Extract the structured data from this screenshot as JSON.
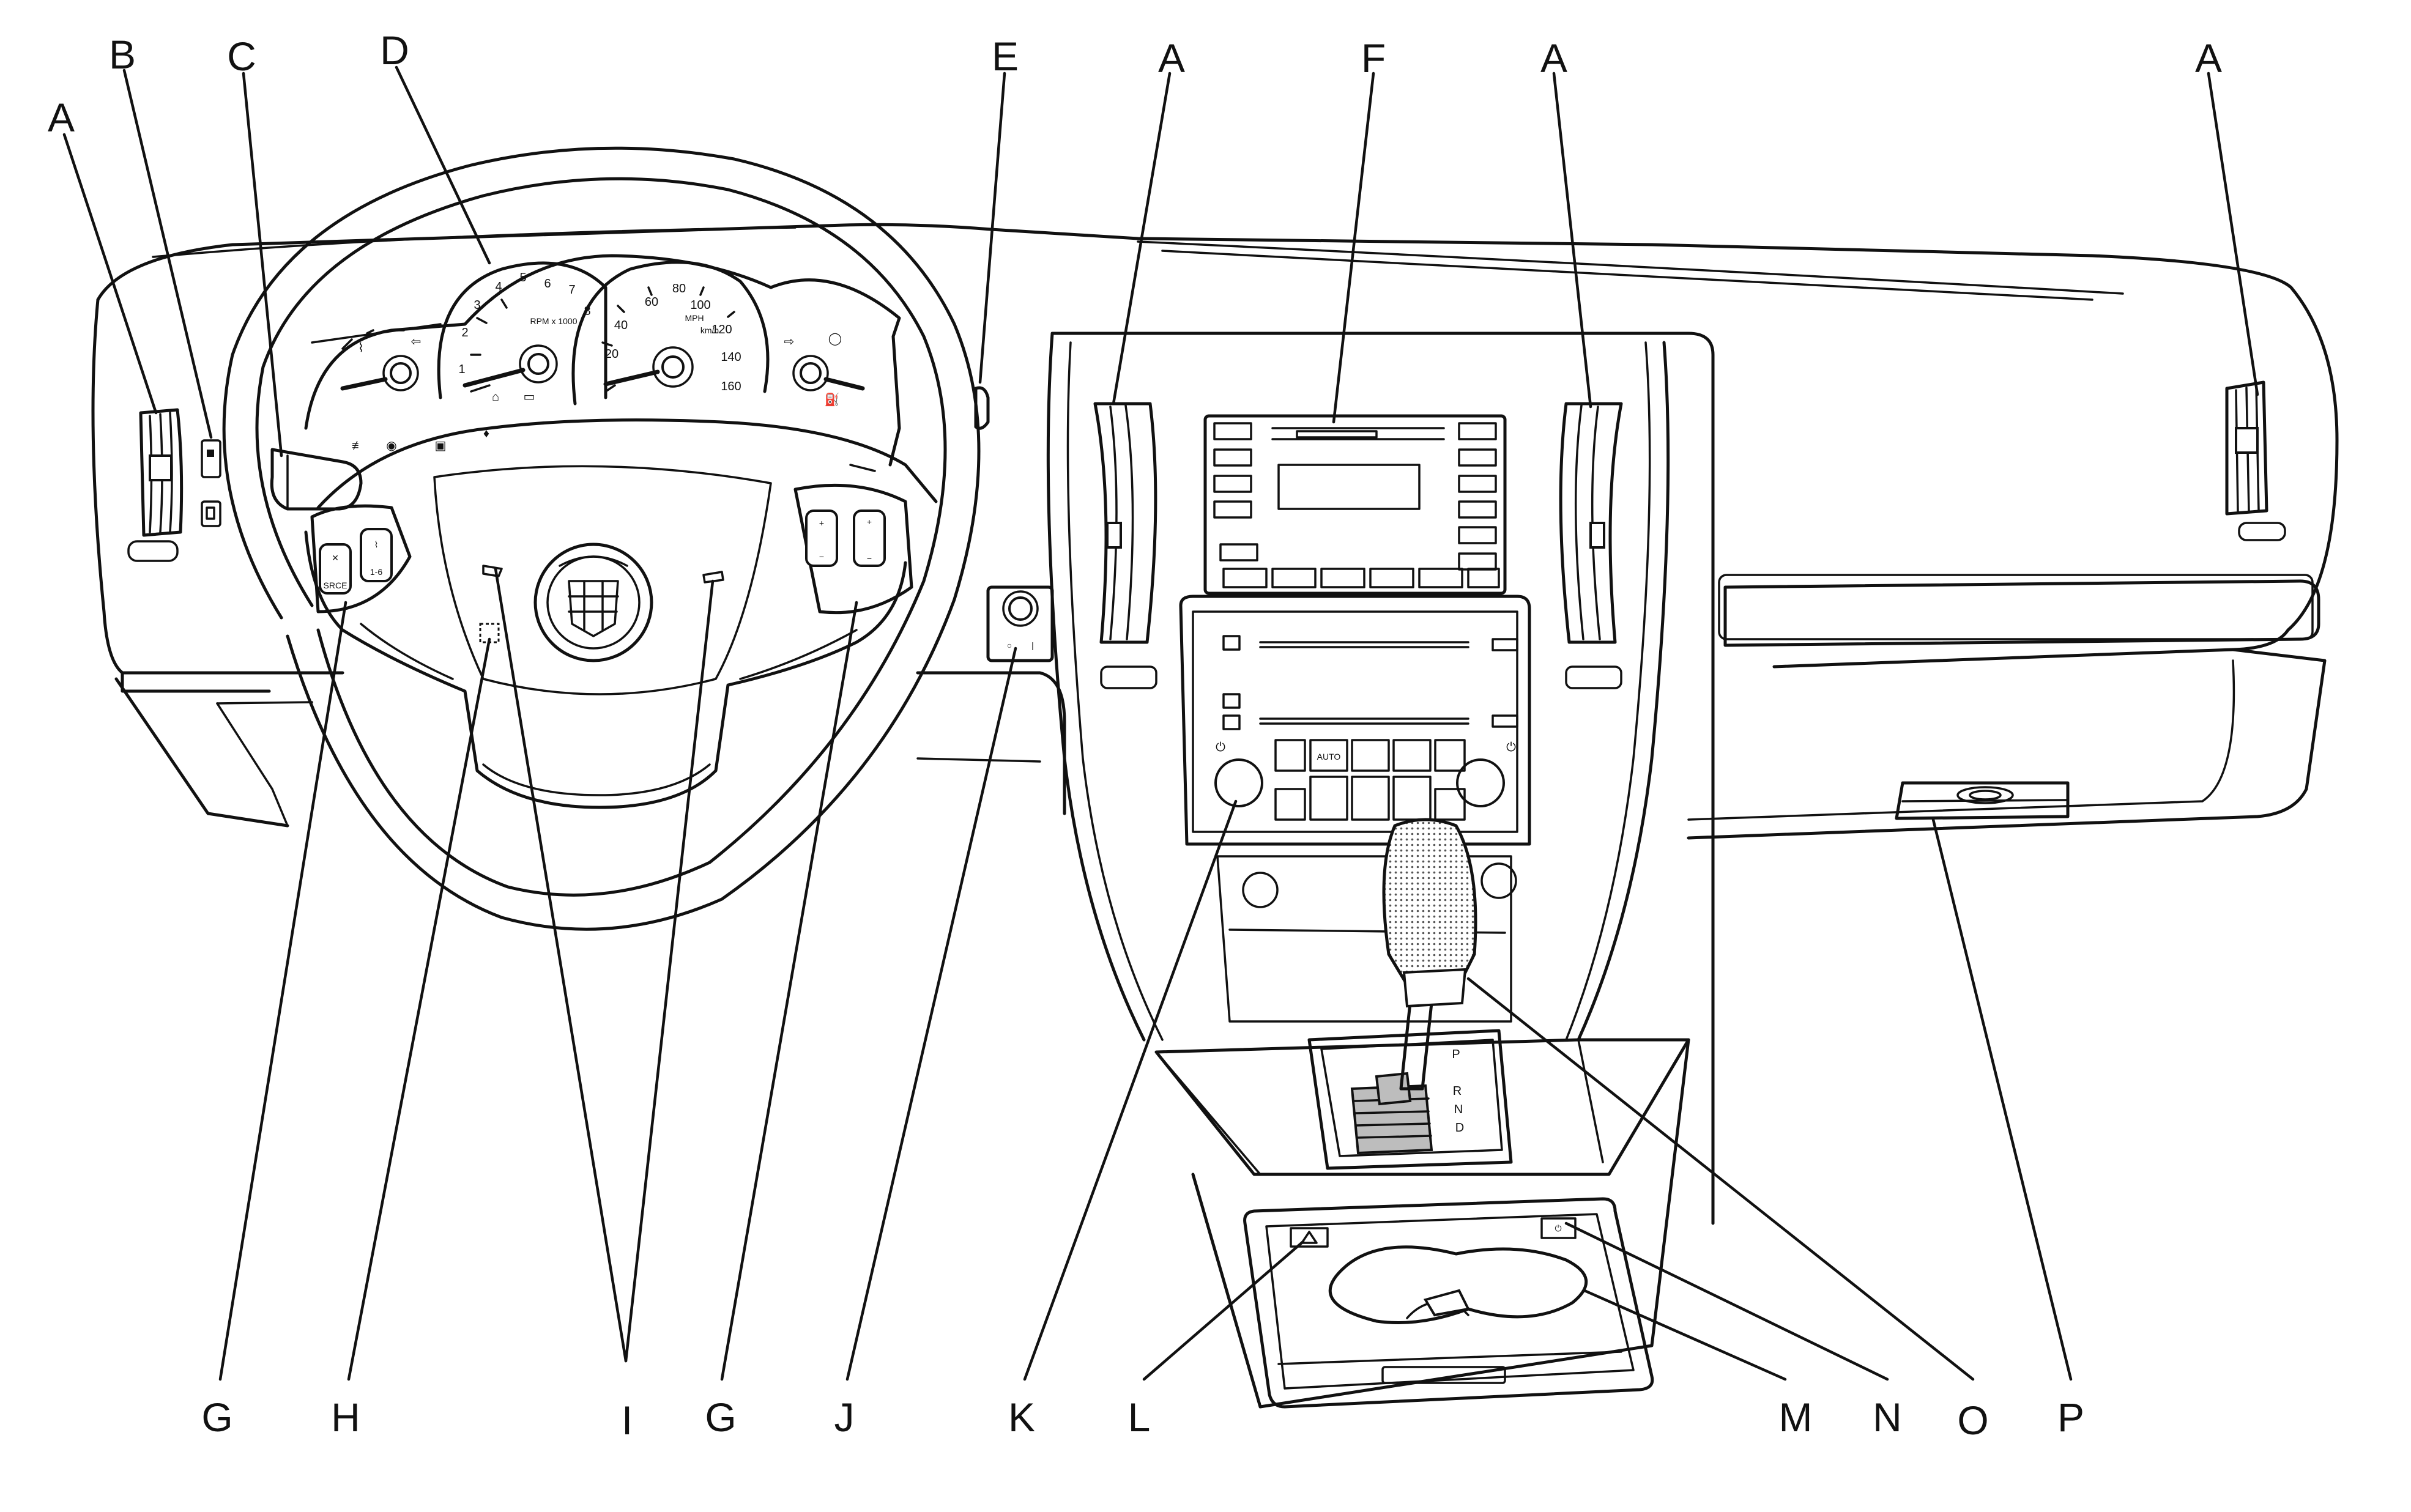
{
  "diagram": {
    "callout_labels": {
      "a_vent_left_outer": "A",
      "a_vent_center_left": "A",
      "a_vent_center_right": "A",
      "a_vent_right_outer": "A",
      "b": "B",
      "c": "C",
      "d": "D",
      "e": "E",
      "f": "F",
      "g_left": "G",
      "g_right": "G",
      "h": "H",
      "i": "I",
      "j": "J",
      "k": "K",
      "l": "L",
      "m": "M",
      "n": "N",
      "o": "O",
      "p": "P"
    },
    "cluster_text": {
      "tach_numbers": [
        "1",
        "2",
        "3",
        "4",
        "5",
        "6",
        "7",
        "8"
      ],
      "tach_unit": "RPM x 1000",
      "speedo_numbers": [
        "20",
        "40",
        "60",
        "80",
        "100",
        "120",
        "140",
        "160"
      ],
      "speedo_unit_top": "MPH",
      "speedo_unit_bottom": "km/h",
      "gear_letters": [
        "P",
        "R",
        "N",
        "D"
      ]
    },
    "control_text": {
      "auto_button": "AUTO",
      "src_button": "SRCE",
      "preset_button": "1-6",
      "plus": "+",
      "minus": "−"
    }
  }
}
